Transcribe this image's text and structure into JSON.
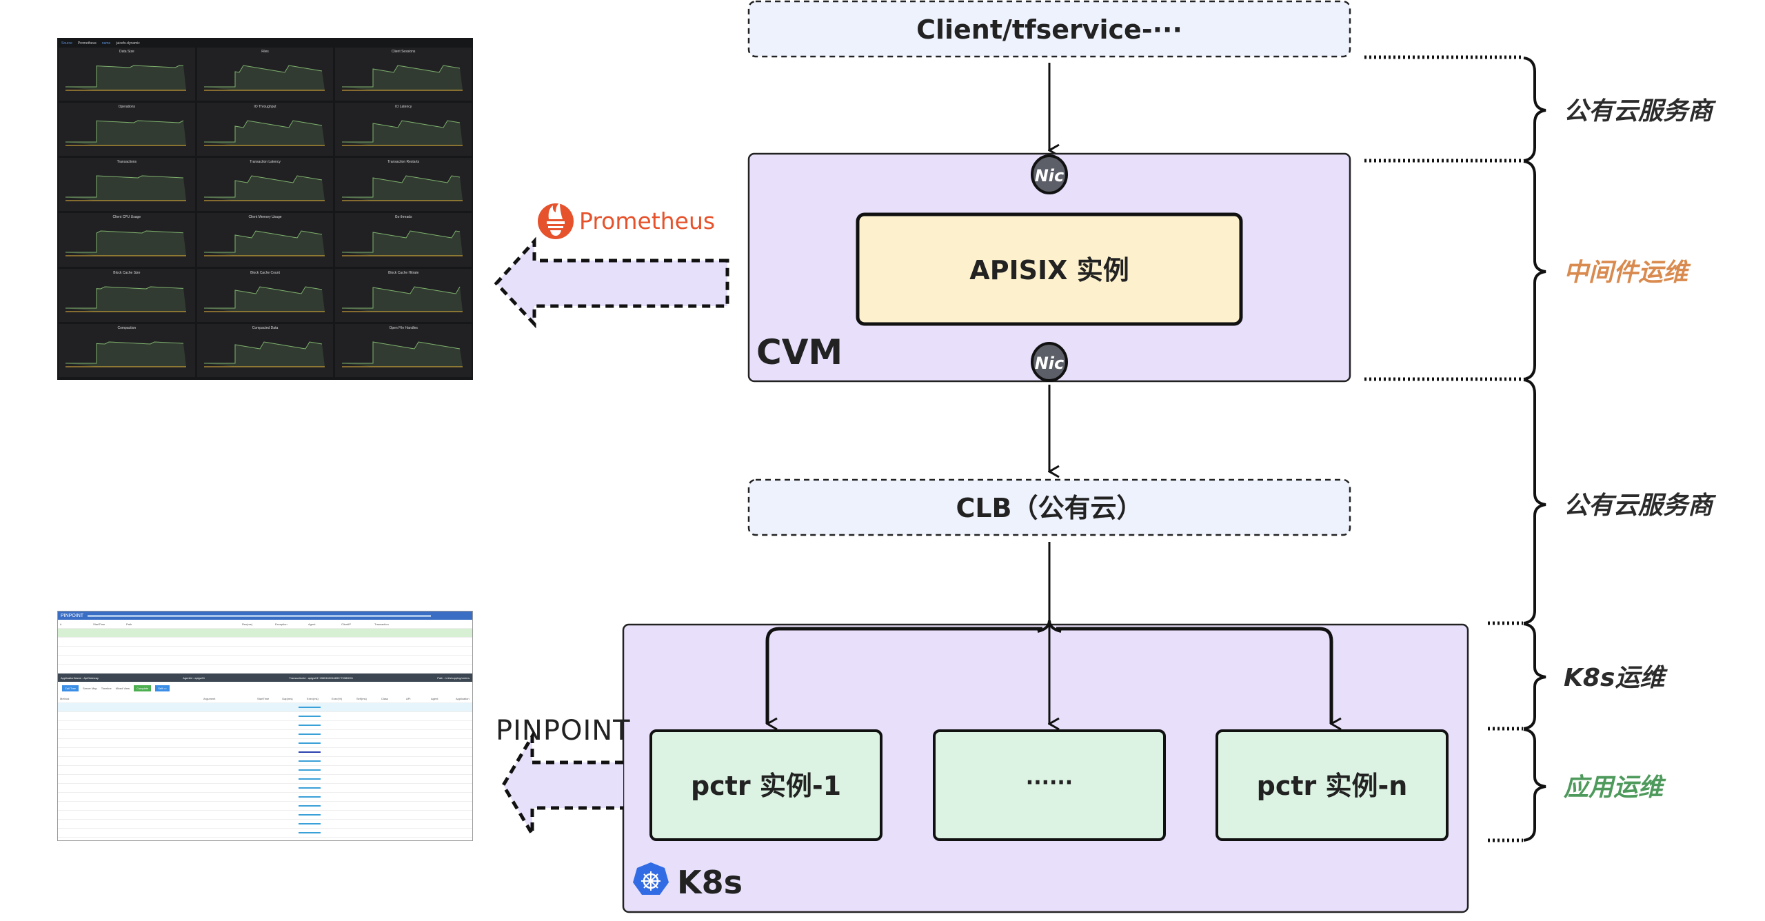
{
  "nodes": {
    "client": "Client/tfservice-···",
    "cvm": "CVM",
    "nic": "Nic",
    "apisix": "APISIX 实例",
    "clb": "CLB（公有云）",
    "k8s": "K8s",
    "pods": [
      "pctr 实例-1",
      "······",
      "pctr 实例-n"
    ]
  },
  "tools": {
    "prometheus": "Prometheus",
    "pinpoint": "PINPOINT"
  },
  "layers": [
    {
      "label": "公有云服务商",
      "color": "#2b2b2b"
    },
    {
      "label": "中间件运维",
      "color": "#d98a4e"
    },
    {
      "label": "公有云服务商",
      "color": "#2b2b2b"
    },
    {
      "label": "K8s运维",
      "color": "#2b2b2b"
    },
    {
      "label": "应用运维",
      "color": "#4e9a5c"
    }
  ],
  "colors": {
    "client_fill": "#eef2fc",
    "cvm_fill": "#e8e0fb",
    "apisix_fill": "#fdf1cd",
    "pod_fill": "#dcf3e3",
    "prometheus": "#e6522c",
    "pinpoint_accent": "#2a9fdc",
    "k8s_blue": "#326ce5"
  },
  "grafana": {
    "toolbar": [
      "Source",
      "Prometheus",
      "name",
      "juicefs-dynamic"
    ],
    "panels": [
      "Data Size",
      "Files",
      "Client Sessions",
      "Operations",
      "IO Throughput",
      "IO Latency",
      "Transactions",
      "Transaction Latency",
      "Transaction Restarts",
      "Client CPU Usage",
      "Client Memory Usage",
      "Go threads",
      "Block Cache Size",
      "Block Cache Count",
      "Block Cache Hitrate",
      "Compaction",
      "Compacted Data",
      "Open File Handles"
    ]
  },
  "pinpoint_ui": {
    "logo": "PINPOINT",
    "columns": [
      "#",
      "StartTime",
      "Path",
      "Res(ms)",
      "Exception",
      "Agent",
      "ClientIP",
      "Transaction"
    ],
    "info": [
      "ApplicationName : ApiGateway",
      "AgentId : apigw01",
      "TransactionId : apigw01^1565160016899^79389001",
      "Path : /v1/shopping/orders"
    ],
    "buttons": [
      "Call Tree",
      "Server Map",
      "Timeline",
      "Mixed View",
      "Complete",
      "Self >="
    ],
    "tree_columns": [
      "Method",
      "Argument",
      "StartTime",
      "Gap(ms)",
      "Exec(ms)",
      "Exec(%)",
      "Self(ms)",
      "Class",
      "API",
      "Agent",
      "Application"
    ]
  }
}
